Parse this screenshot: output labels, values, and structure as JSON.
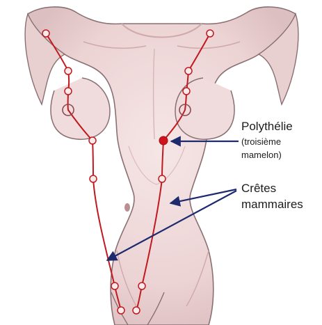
{
  "labels": {
    "polythelie_title": "Polythélie",
    "polythelie_line1": "(troisième",
    "polythelie_line2": "mamelon)",
    "cretes_line1": "Crêtes",
    "cretes_line2": "mammaires"
  },
  "colors": {
    "background": "#ffffff",
    "skin": "#efd9d9",
    "skin_shadow": "#d8b9ba",
    "outline": "#8a6f72",
    "milk_line": "#c0191f",
    "extra_nipple": "#d1141b",
    "arrow": "#1e2a6e",
    "text": "#1c1c1c"
  }
}
